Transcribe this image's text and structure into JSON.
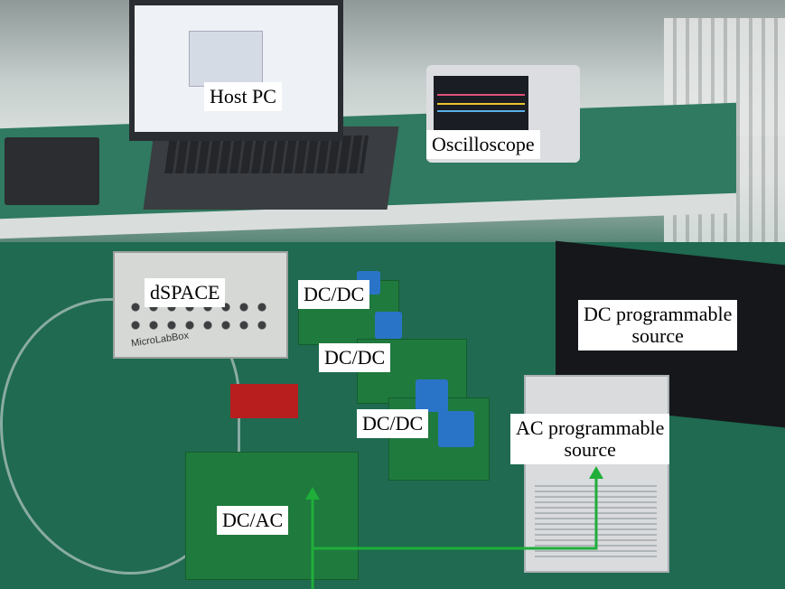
{
  "labels": {
    "host_pc": "Host PC",
    "oscilloscope": "Oscilloscope",
    "dspace": "dSPACE",
    "dcdc_1": "DC/DC",
    "dcdc_2": "DC/DC",
    "dcdc_3": "DC/DC",
    "dc_programmable_source": [
      "DC programmable",
      "source"
    ],
    "ac_programmable_source": [
      "AC programmable",
      "source"
    ],
    "dc_ac": "DC/AC"
  },
  "device_text": {
    "dspace_box": "MicroLabBox"
  },
  "colors": {
    "label_bg": "#ffffff",
    "label_text": "#000000",
    "arrow": "#1fae3a",
    "bench": "#1f6a50"
  }
}
